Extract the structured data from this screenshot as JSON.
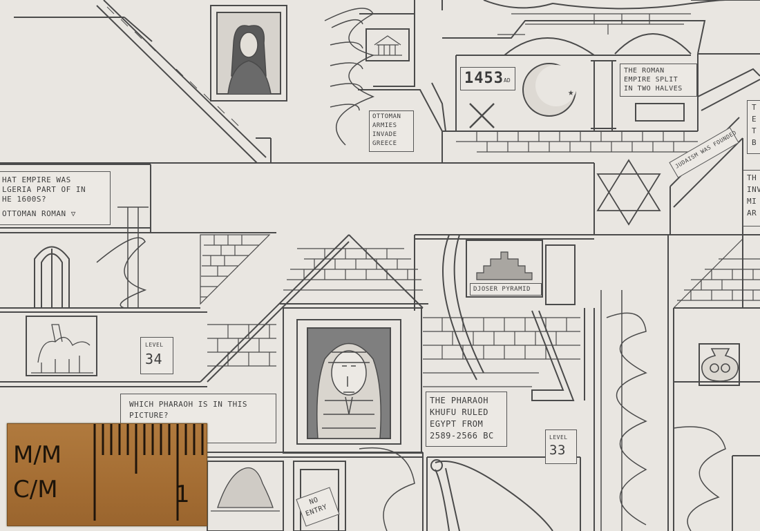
{
  "labels": {
    "year": "1453",
    "year_suffix": "AD",
    "roman_split": [
      "THE ROMAN",
      "EMPIRE SPLIT",
      "IN TWO HALVES"
    ],
    "ottoman": [
      "OTTOMAN",
      "ARMIES",
      "INVADE",
      "GREECE"
    ],
    "judaism": "JUDAISM WAS FOUNDED",
    "question_algeria": [
      "HAT EMPIRE WAS",
      "LGERIA PART OF IN",
      "HE 1600S?"
    ],
    "question_algeria_answers": "OTTOMAN  ROMAN ▽",
    "djoser": "DJOSER PYRAMID",
    "level_34_word": "LEVEL",
    "level_34_num": "34",
    "level_33_word": "LEVEL",
    "level_33_num": "33",
    "pharaoh_question": [
      "WHICH PHARAOH IS IN THIS",
      "PICTURE?"
    ],
    "khufu": [
      "THE PHARAOH",
      "KHUFU RULED",
      "EGYPT FROM",
      "2589-2566 BC"
    ],
    "no_entry": [
      "NO",
      "ENTRY"
    ],
    "right_edge_1": [
      "T",
      "E",
      "T",
      "B"
    ],
    "right_edge_2": [
      "TH",
      "INV",
      "MI",
      "AR"
    ]
  },
  "ruler": {
    "mm": "M/M",
    "cm": "C/M",
    "mark": "1"
  }
}
